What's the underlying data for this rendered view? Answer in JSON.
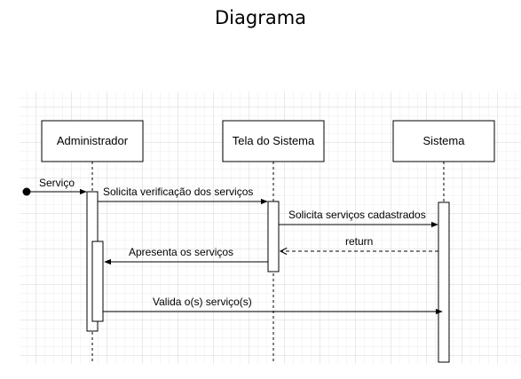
{
  "title": "Diagrama",
  "participants": [
    {
      "id": "admin",
      "label": "Administrador"
    },
    {
      "id": "tela",
      "label": "Tela do Sistema"
    },
    {
      "id": "sistema",
      "label": "Sistema"
    }
  ],
  "messages": [
    {
      "id": "servico",
      "label": "Serviço",
      "from": "start",
      "to": "admin",
      "style": "solid"
    },
    {
      "id": "solicita-verificacao",
      "label": "Solicita verificação dos serviços",
      "from": "admin",
      "to": "tela",
      "style": "solid"
    },
    {
      "id": "solicita-cadastrados",
      "label": "Solicita serviços cadastrados",
      "from": "tela",
      "to": "sistema",
      "style": "solid"
    },
    {
      "id": "return",
      "label": "return",
      "from": "sistema",
      "to": "tela",
      "style": "dashed"
    },
    {
      "id": "apresenta",
      "label": "Apresenta os serviços",
      "from": "tela",
      "to": "admin",
      "style": "solid"
    },
    {
      "id": "valida",
      "label": "Valida o(s) serviço(s)",
      "from": "admin",
      "to": "sistema",
      "style": "solid"
    }
  ]
}
